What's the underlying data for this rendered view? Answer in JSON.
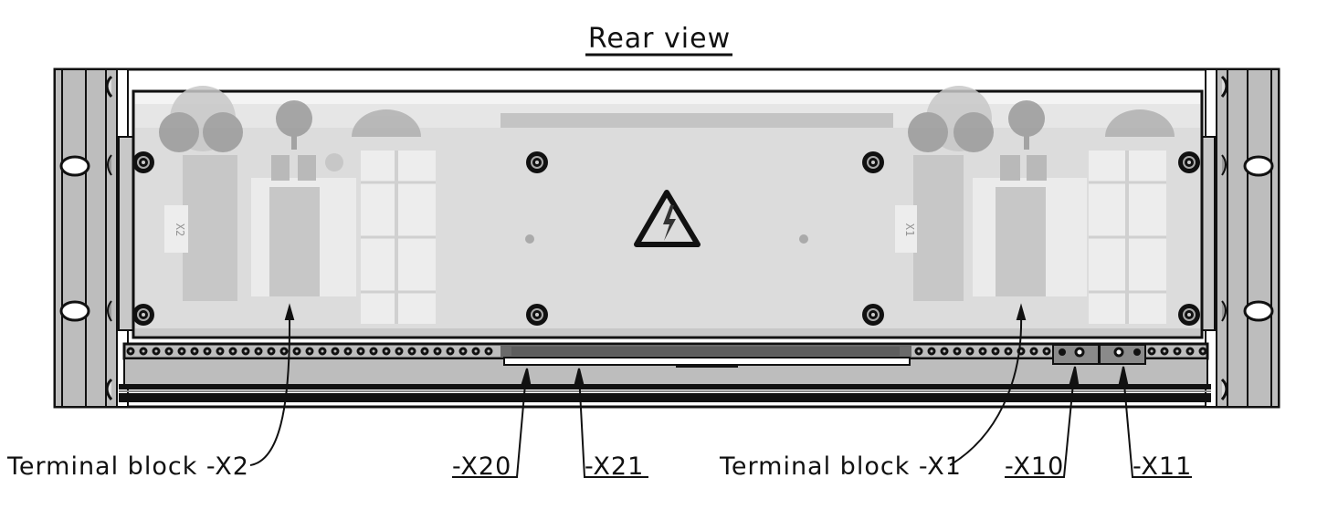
{
  "title": "Rear view",
  "labels": {
    "x2": "Terminal block -X2",
    "x20": "-X20",
    "x21": "-X21",
    "x1": "Terminal block -X1",
    "x10": "-X10",
    "x11": "-X11"
  },
  "internal_marks": {
    "left_block": "X2",
    "right_block": "X1"
  },
  "icons": [
    "warning-high-voltage-icon",
    "mounting-screw-icon",
    "rack-ear-slot-icon"
  ],
  "colors": {
    "line": "#111111",
    "rack_ear": "#bdbdbd",
    "panel": "#dcdcdc",
    "component": "#c4c4c4",
    "component_dark": "#9a9a9a",
    "terminal_strip": "#bfbfbf"
  }
}
